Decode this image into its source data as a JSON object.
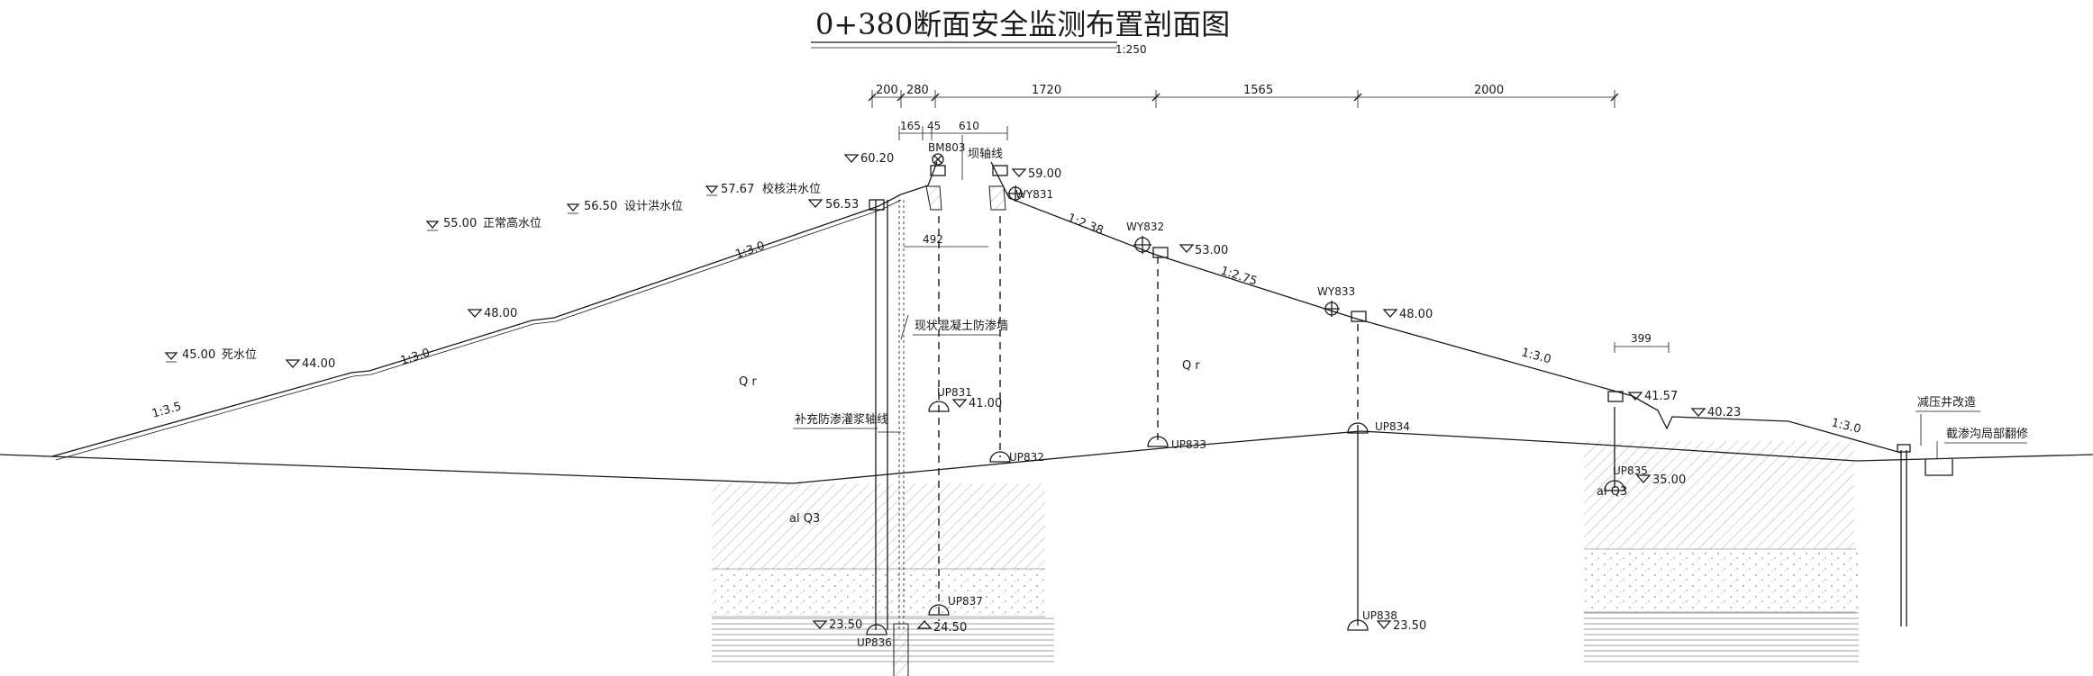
{
  "title": "0+380断面安全监测布置剖面图",
  "scale": "1:250",
  "dimensions": {
    "top": [
      "200",
      "280",
      "1720",
      "1565",
      "2000"
    ],
    "sub": [
      "165",
      "45",
      "610"
    ],
    "crest_width": "492",
    "berm": "399"
  },
  "water_levels": {
    "check_flood": {
      "elev": "57.67",
      "name": "校核洪水位"
    },
    "design_flood": {
      "elev": "56.50",
      "name": "设计洪水位"
    },
    "normal": {
      "elev": "55.00",
      "name": "正常高水位"
    },
    "dead": {
      "elev": "45.00",
      "name": "死水位"
    }
  },
  "elevations": {
    "e6020": "60.20",
    "e5900": "59.00",
    "e5653": "56.53",
    "e5300": "53.00",
    "e4800a": "48.00",
    "e4800b": "48.00",
    "e4400": "44.00",
    "e4157": "41.57",
    "e4100": "41.00",
    "e4023": "40.23",
    "e3500": "35.00",
    "e2350a": "23.50",
    "e2450": "24.50",
    "e2350b": "23.50"
  },
  "slopes": {
    "up1": "1:3.0",
    "up2": "1:3.0",
    "up3": "1:3.5",
    "down1": "1:2.38",
    "down2": "1:2.75",
    "down3": "1:3.0",
    "down4": "1:3.0"
  },
  "instruments": {
    "bm": "BM803",
    "wy831": "WY831",
    "wy832": "WY832",
    "wy833": "WY833",
    "up831": "UP831",
    "up832": "UP832",
    "up833": "UP833",
    "up834": "UP834",
    "up835": "UP835",
    "up836": "UP836",
    "up837": "UP837",
    "up838": "UP838"
  },
  "annotations": {
    "axis": "坝轴线",
    "cutoff_wall": "现状混凝土防渗墙",
    "grout_axis": "补充防渗灌浆轴线",
    "qr": "Q r",
    "al1": "al Q3",
    "al2": "al Q3",
    "relief_well": "减压井改造",
    "drain_ditch": "截渗沟局部翻修"
  }
}
